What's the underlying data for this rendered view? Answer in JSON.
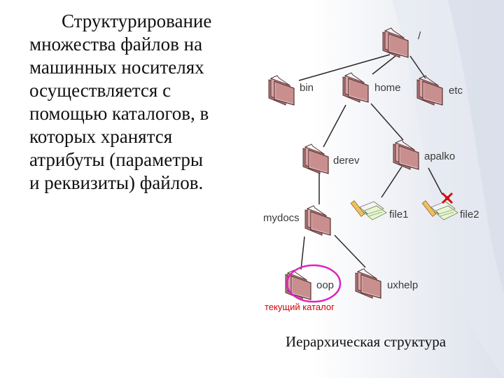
{
  "slide": {
    "paragraph_lines": [
      "Структурирование",
      "множества файлов на",
      "машинных носителях",
      "осуществляется с",
      "помощью каталогов, в",
      "которых хранятся",
      "атрибуты (параметры",
      "и реквизиты) файлов."
    ],
    "caption": "Иерархическая структура"
  },
  "tree": {
    "nodes": {
      "root": "/",
      "bin": "bin",
      "home": "home",
      "etc": "etc",
      "derev": "derev",
      "apalko": "apalko",
      "mydocs": "mydocs",
      "file1": "file1",
      "file2": "file2",
      "oop": "oop",
      "uxhelp": "uxhelp"
    },
    "current_dir_label": "текущий каталог",
    "colors": {
      "folder": "#c98f8f",
      "folder_dark": "#7a4a4a",
      "highlight": "#e020c0",
      "current_label": "#d10000"
    },
    "icons": [
      "folder-icon",
      "file-edit-icon",
      "file-deleted-icon"
    ]
  }
}
